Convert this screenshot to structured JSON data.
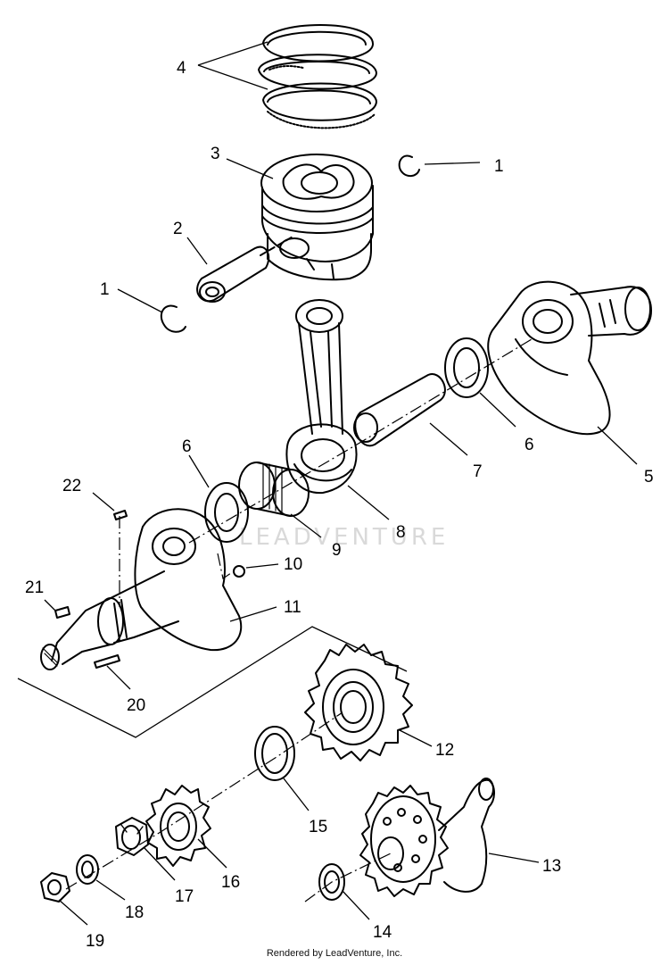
{
  "watermark": "LEADVENTURE",
  "footer": "Rendered by LeadVenture, Inc.",
  "callouts": {
    "c1_top": "1",
    "c1_left": "1",
    "c2": "2",
    "c3": "3",
    "c4": "4",
    "c5": "5",
    "c6_right": "6",
    "c6_left": "6",
    "c7": "7",
    "c8": "8",
    "c9": "9",
    "c10": "10",
    "c11": "11",
    "c12": "12",
    "c13": "13",
    "c14": "14",
    "c15": "15",
    "c16": "16",
    "c17": "17",
    "c18": "18",
    "c19": "19",
    "c20": "20",
    "c21": "21",
    "c22": "22"
  }
}
